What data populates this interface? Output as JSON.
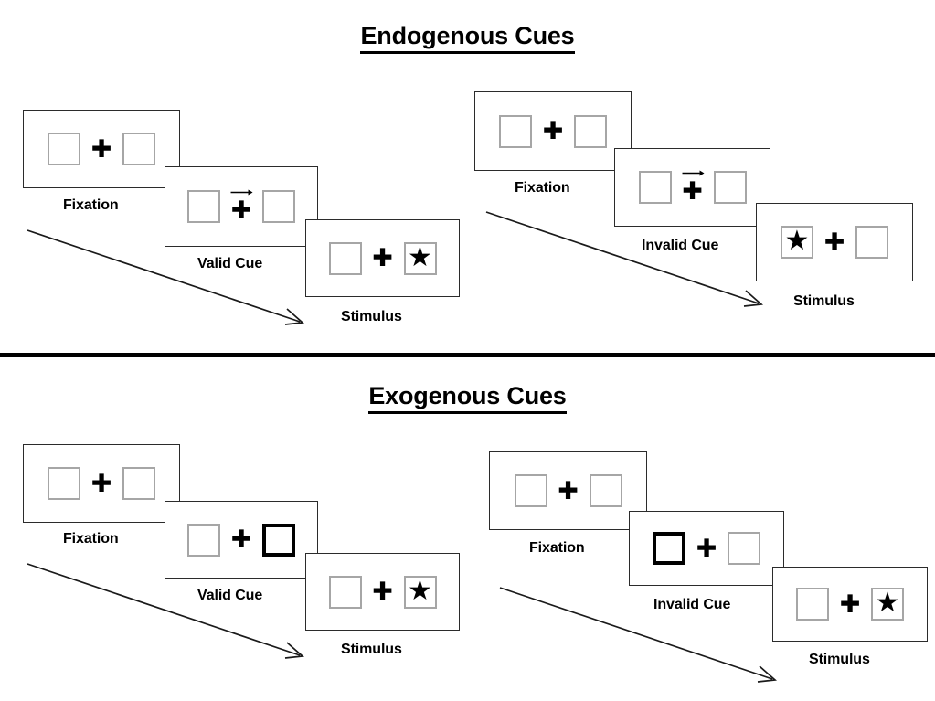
{
  "sections": [
    {
      "id": "endogenous",
      "title": "Endogenous Cues",
      "columns": [
        {
          "id": "endogenous-valid",
          "panels": [
            {
              "caption": "Fixation",
              "left_content": "empty",
              "right_content": "empty",
              "cue": "none",
              "cued_side": "none"
            },
            {
              "caption": "Valid Cue",
              "left_content": "empty",
              "right_content": "empty",
              "cue": "arrow-right",
              "cued_side": "none"
            },
            {
              "caption": "Stimulus",
              "left_content": "empty",
              "right_content": "star",
              "cue": "none",
              "cued_side": "none"
            }
          ]
        },
        {
          "id": "endogenous-invalid",
          "panels": [
            {
              "caption": "Fixation",
              "left_content": "empty",
              "right_content": "empty",
              "cue": "none",
              "cued_side": "none"
            },
            {
              "caption": "Invalid Cue",
              "left_content": "empty",
              "right_content": "empty",
              "cue": "arrow-right",
              "cued_side": "none"
            },
            {
              "caption": "Stimulus",
              "left_content": "star",
              "right_content": "empty",
              "cue": "none",
              "cued_side": "none"
            }
          ]
        }
      ]
    },
    {
      "id": "exogenous",
      "title": "Exogenous Cues",
      "columns": [
        {
          "id": "exogenous-valid",
          "panels": [
            {
              "caption": "Fixation",
              "left_content": "empty",
              "right_content": "empty",
              "cue": "none",
              "cued_side": "none"
            },
            {
              "caption": "Valid Cue",
              "left_content": "empty",
              "right_content": "empty",
              "cue": "box-highlight",
              "cued_side": "right"
            },
            {
              "caption": "Stimulus",
              "left_content": "empty",
              "right_content": "star",
              "cue": "none",
              "cued_side": "none"
            }
          ]
        },
        {
          "id": "exogenous-invalid",
          "panels": [
            {
              "caption": "Fixation",
              "left_content": "empty",
              "right_content": "empty",
              "cue": "none",
              "cued_side": "none"
            },
            {
              "caption": "Invalid Cue",
              "left_content": "empty",
              "right_content": "empty",
              "cue": "box-highlight",
              "cued_side": "left"
            },
            {
              "caption": "Stimulus",
              "left_content": "empty",
              "right_content": "star",
              "cue": "none",
              "cued_side": "none"
            }
          ]
        }
      ]
    }
  ],
  "glyphs": {
    "plus": "✚",
    "star": "★",
    "arrow": "arrow-right-icon"
  },
  "colors": {
    "background": "#ffffff",
    "ink": "#000000",
    "panel_border": "#2b2b2b",
    "box_border": "#a6a6a6",
    "cued_box_border": "#000000",
    "divider": "#000000"
  }
}
